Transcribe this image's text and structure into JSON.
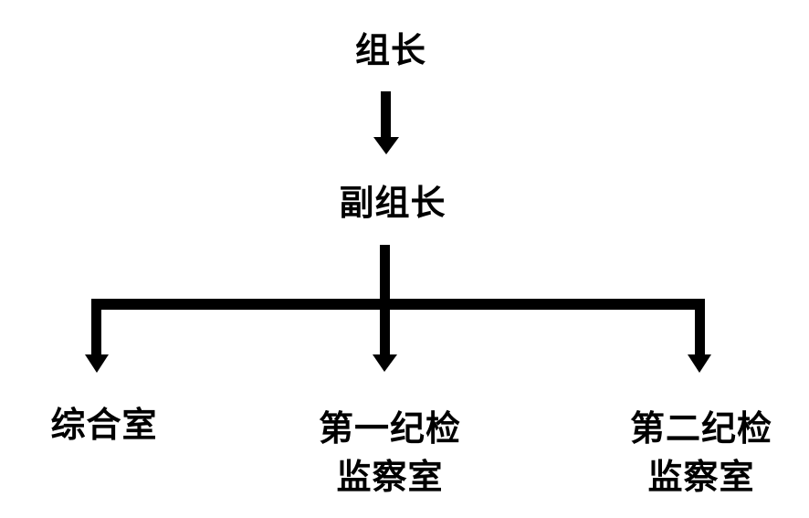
{
  "diagram": {
    "type": "org-chart",
    "background_color": "#ffffff",
    "line_color": "#000000",
    "text_color": "#000000",
    "nodes": {
      "leader": {
        "label": "组长"
      },
      "deputy_leader": {
        "label": "副组长"
      },
      "general_office": {
        "label": "综合室"
      },
      "first_discipline_office": {
        "line1": "第一纪检",
        "line2": "监察室"
      },
      "second_discipline_office": {
        "line1": "第二纪检",
        "line2": "监察室"
      }
    },
    "edges": [
      {
        "from": "leader",
        "to": "deputy_leader",
        "style": "thick-arrow"
      },
      {
        "from": "deputy_leader",
        "to": "general_office",
        "style": "thick-arrow"
      },
      {
        "from": "deputy_leader",
        "to": "first_discipline_office",
        "style": "thick-arrow"
      },
      {
        "from": "deputy_leader",
        "to": "second_discipline_office",
        "style": "thick-arrow"
      }
    ]
  }
}
